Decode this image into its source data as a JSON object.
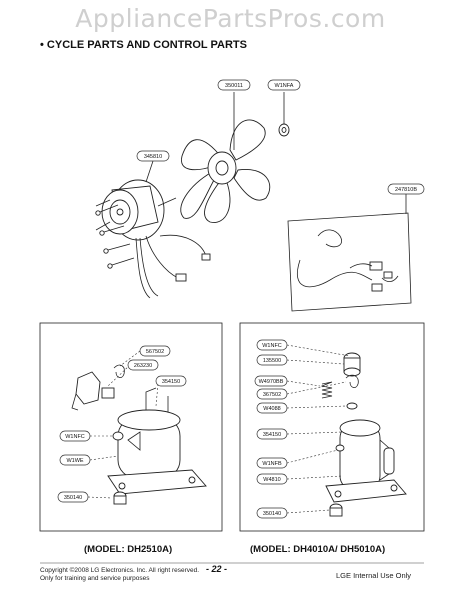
{
  "watermark": "AppliancePartsPros.com",
  "heading": "• CYCLE PARTS AND CONTROL PARTS",
  "top_labels": {
    "fan_blade": "350011",
    "nut": "W1NFA",
    "motor": "345810",
    "harness": "247810B"
  },
  "left_box": {
    "labels": [
      "567502",
      "263230",
      "354150",
      "W1NFC",
      "W1WE",
      "350140"
    ],
    "model": "(MODEL: DH2510A)"
  },
  "right_box": {
    "labels": [
      "W1NFC",
      "135500",
      "W4970BB",
      "367502",
      "W4088",
      "354150",
      "W1NFB",
      "W4810",
      "350140"
    ],
    "model": "(MODEL: DH4010A/ DH5010A)"
  },
  "footer": {
    "copyright_line1": "Copyright ©2008 LG Electronics. Inc. All right reserved.",
    "copyright_line2": "Only for training and service purposes",
    "page_number": "- 22 -",
    "internal": "LGE Internal Use Only"
  }
}
